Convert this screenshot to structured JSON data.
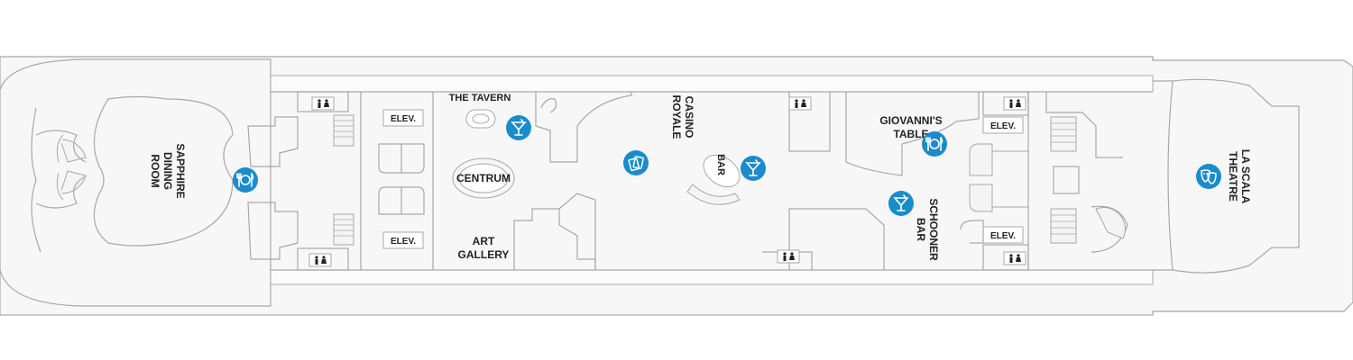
{
  "deck": {
    "venues": {
      "sapphire": [
        "SAPPHIRE",
        "DINING",
        "ROOM"
      ],
      "tavern": "THE TAVERN",
      "centrum": "CENTRUM",
      "art_gallery": [
        "ART",
        "GALLERY"
      ],
      "casino": [
        "CASINO",
        "ROYALE"
      ],
      "bar": "BAR",
      "giovanni": [
        "GIOVANNI'S",
        "TABLE"
      ],
      "schooner": [
        "SCHOONER",
        "BAR"
      ],
      "la_scala": [
        "LA SCALA",
        "THEATRE"
      ]
    },
    "elevators": {
      "fwd_top": "ELEV.",
      "fwd_bottom": "ELEV.",
      "aft_top": "ELEV.",
      "aft_bottom": "ELEV."
    },
    "icons": {
      "dining": "dining-icon",
      "cocktail": "cocktail-icon",
      "casino": "casino-icon",
      "theatre": "theatre-icon",
      "restroom": "restroom-icon"
    },
    "colors": {
      "icon_blue": "#1a8ccc",
      "wall": "#a8a8a8",
      "hull_fill": "#f7f7f7"
    }
  }
}
